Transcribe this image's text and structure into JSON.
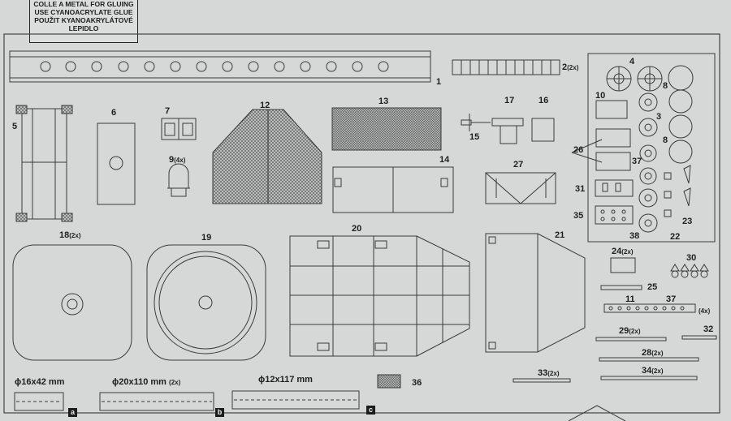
{
  "note": {
    "lines": [
      "COLLE A METAL FOR GLUING",
      "USE CYANOACRYLATE GLUE",
      "POUŽIT KYANOAKRYLÁTOVÉ",
      "LEPIDLO"
    ]
  },
  "parts": {
    "p1": "1",
    "p2": "2",
    "p2q": "(2x)",
    "p3": "3",
    "p4": "4",
    "p5": "5",
    "p6": "6",
    "p7": "7",
    "p8a": "8",
    "p8b": "8",
    "p9": "9",
    "p9q": "(4x)",
    "p10": "10",
    "p11": "11",
    "p12": "12",
    "p13": "13",
    "p14": "14",
    "p15": "15",
    "p16": "16",
    "p17": "17",
    "p18": "18",
    "p18q": "(2x)",
    "p19": "19",
    "p20": "20",
    "p21": "21",
    "p22": "22",
    "p23": "23",
    "p24": "24",
    "p24q": "(2x)",
    "p25": "25",
    "p26": "26",
    "p27": "27",
    "p28": "28",
    "p28q": "(2x)",
    "p29": "29",
    "p29q": "(2x)",
    "p30": "30",
    "p31": "31",
    "p32": "32",
    "p33": "33",
    "p33q": "(2x)",
    "p34": "34",
    "p34q": "(2x)",
    "p35": "35",
    "p36": "36",
    "p37a": "37",
    "p37b": "37",
    "p38": "38",
    "p11q": "(4x)"
  },
  "rods": {
    "a": {
      "dim": "ϕ16x42 mm",
      "qty": "",
      "letter": "a"
    },
    "b": {
      "dim": "ϕ20x110 mm",
      "qty": "(2x)",
      "letter": "b"
    },
    "c": {
      "dim": "ϕ12x117 mm",
      "qty": "",
      "letter": "c"
    }
  },
  "colors": {
    "paper": "#d6d8d7",
    "line": "#3a3a3a",
    "mesh": "#6e6e6e"
  }
}
